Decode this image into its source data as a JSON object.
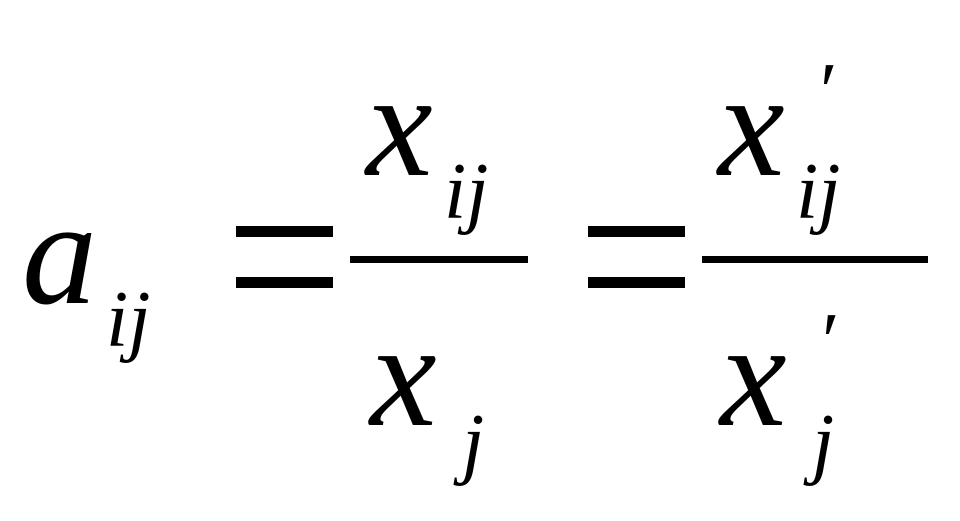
{
  "formula": {
    "lhs": {
      "base": "a",
      "sub": "ij"
    },
    "frac1": {
      "num": {
        "base": "x",
        "sub": "ij"
      },
      "den": {
        "base": "x",
        "sub": "j"
      }
    },
    "frac2": {
      "num": {
        "base": "x",
        "sub": "ij",
        "prime": "′"
      },
      "den": {
        "base": "x",
        "sub": "j",
        "prime": "′"
      }
    }
  }
}
